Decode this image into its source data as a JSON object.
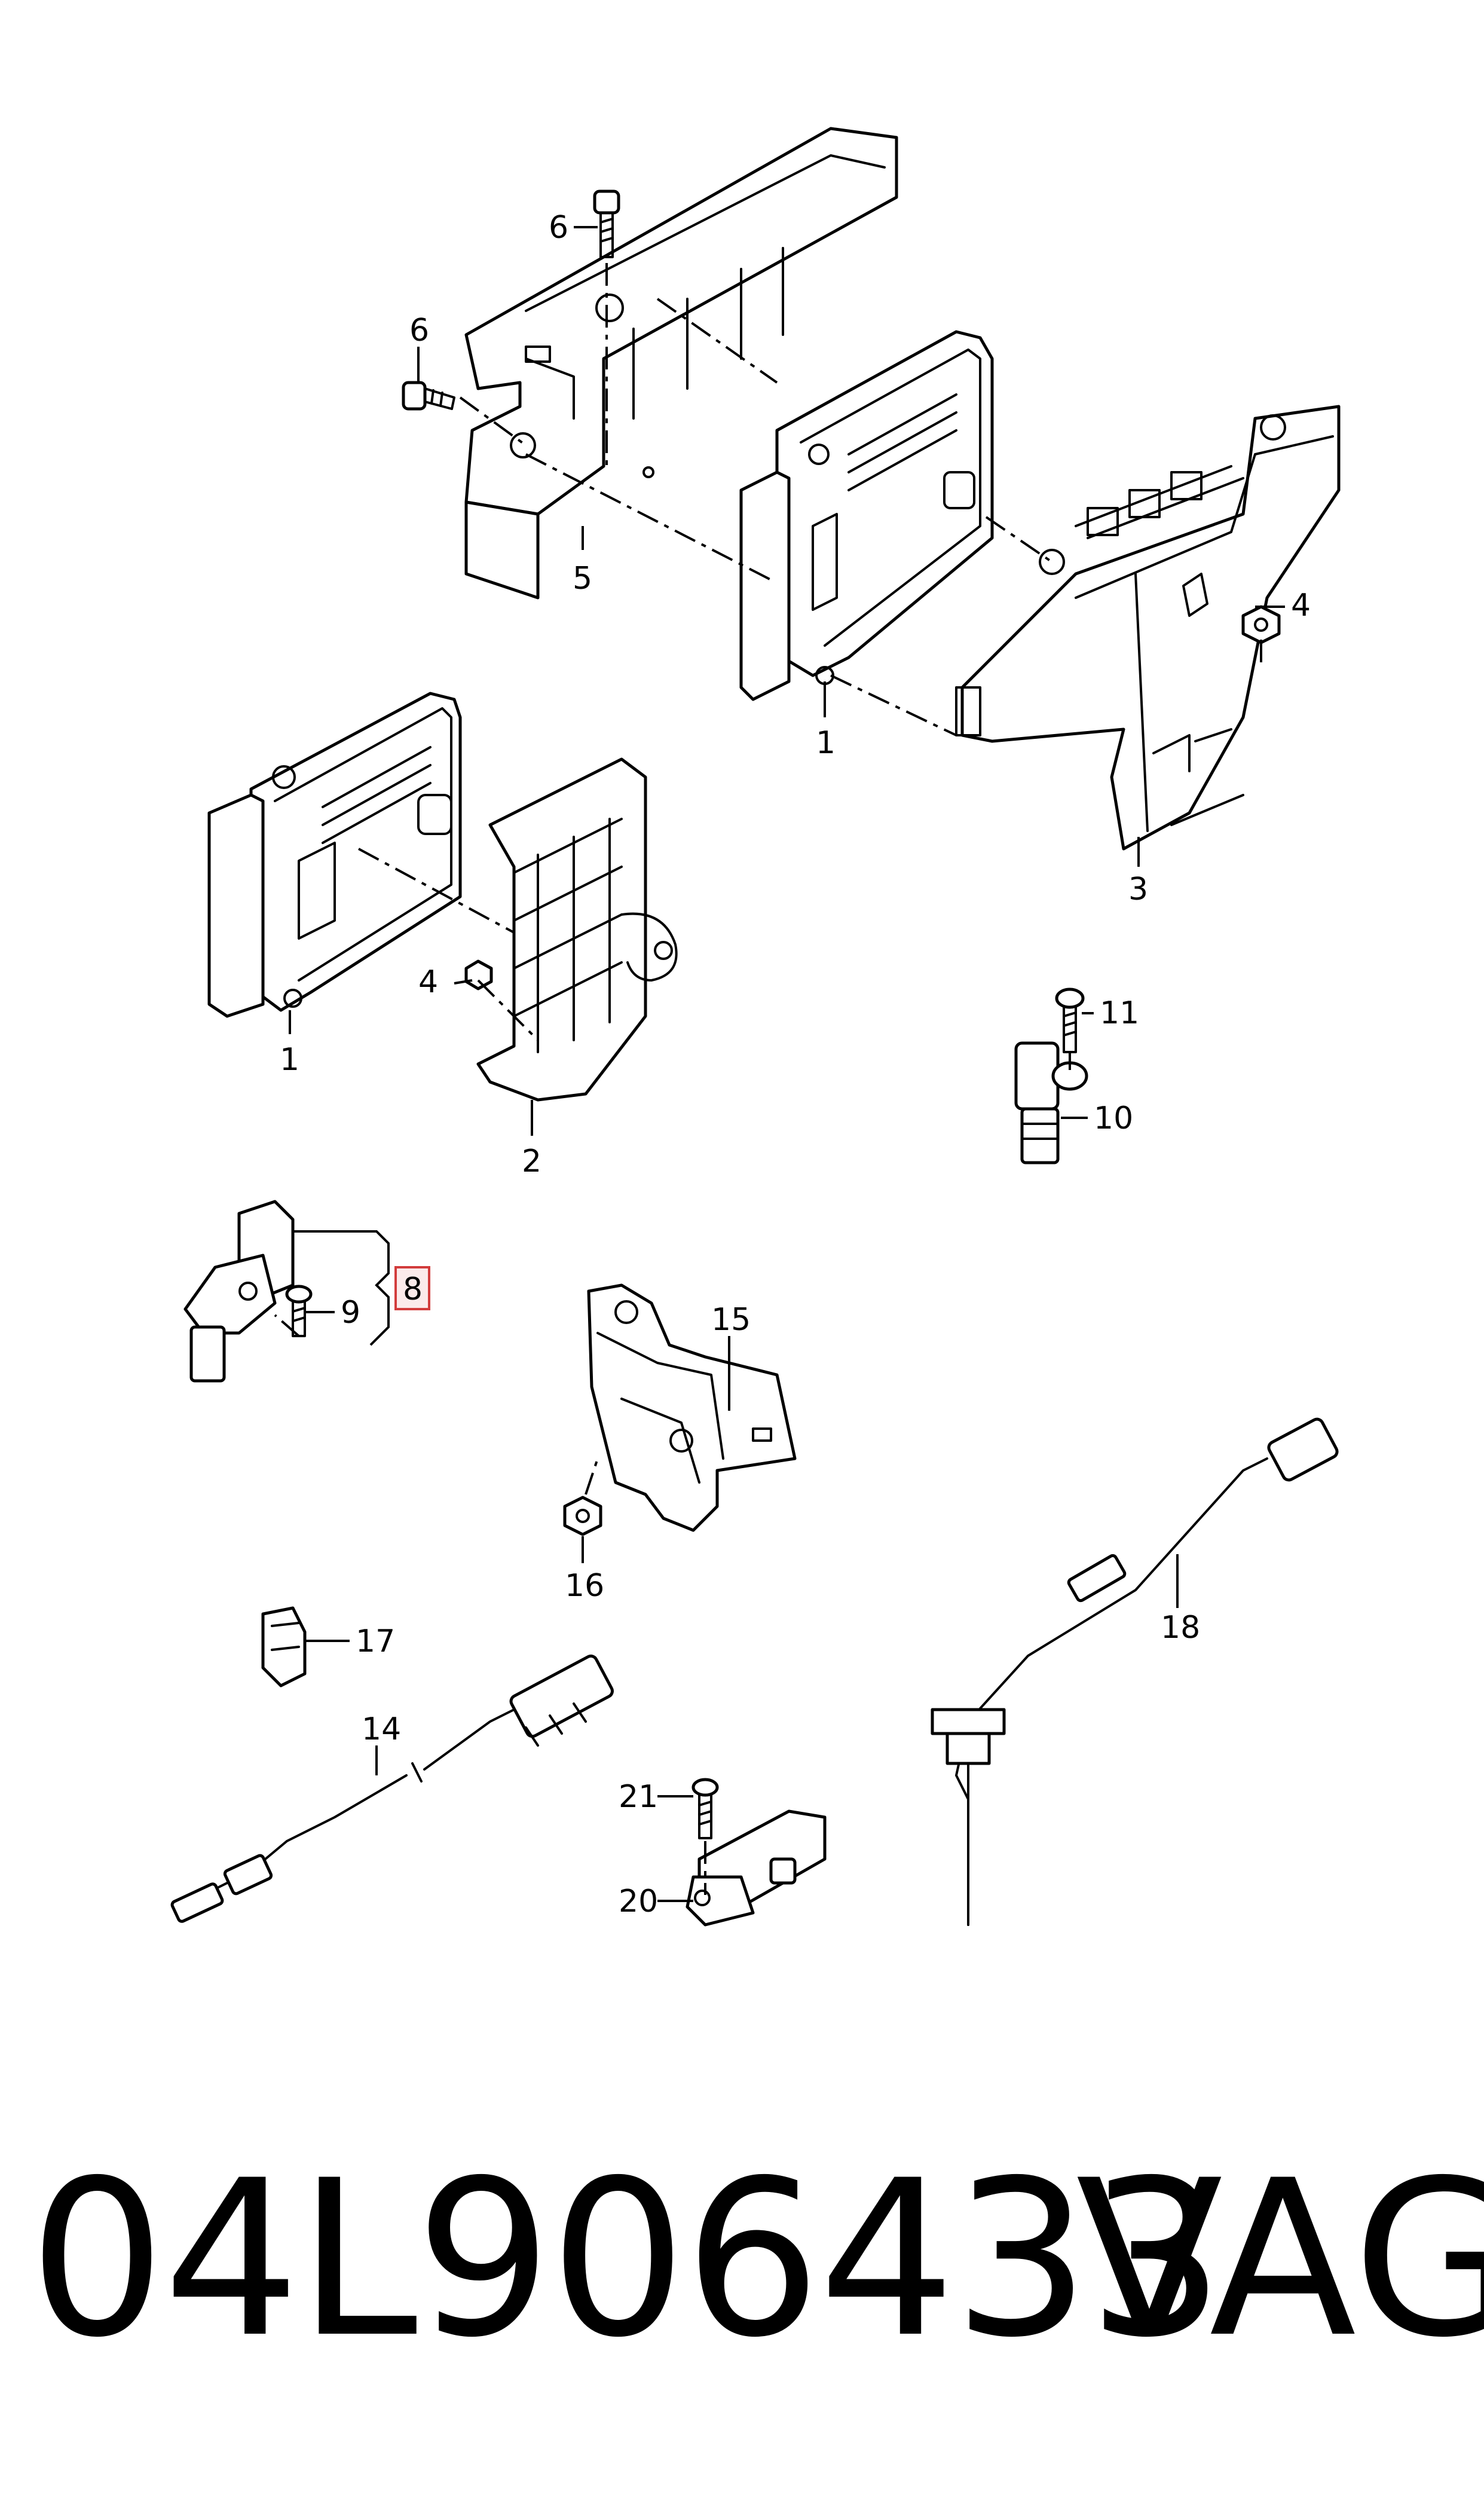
{
  "diagram": {
    "labels": {
      "l1a": "1",
      "l1b": "1",
      "l2": "2",
      "l3": "3",
      "l4a": "4",
      "l4b": "4",
      "l5": "5",
      "l6a": "6",
      "l6b": "6",
      "l8": "8",
      "l9": "9",
      "l10": "10",
      "l11": "11",
      "l14": "14",
      "l15": "15",
      "l16": "16",
      "l17": "17",
      "l18": "18",
      "l20": "20",
      "l21": "21"
    },
    "highlight_color": "#d23c3c"
  },
  "footer": {
    "part_number": "04L906433",
    "brand": "VAG"
  }
}
